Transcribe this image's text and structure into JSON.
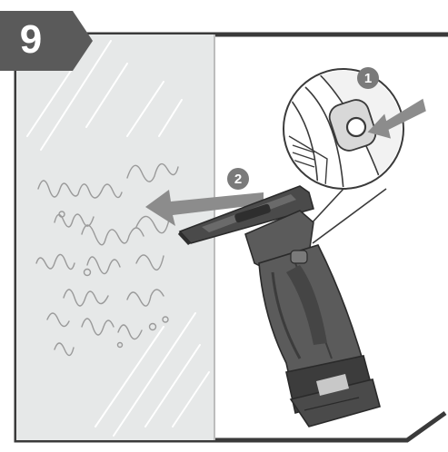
{
  "step": {
    "number": "9",
    "badge_color": "#5a5a5a"
  },
  "callouts": [
    {
      "number": "1",
      "meaning": "press-button"
    },
    {
      "number": "2",
      "meaning": "push-toward-window"
    }
  ],
  "colors": {
    "frame": "#3a3a3a",
    "glass": "#e6e8e8",
    "callout_circle": "#7a7a7a",
    "arrow": "#8c8c8c",
    "device_body": "#5b5b5b",
    "device_dark": "#3c3c3c"
  },
  "icons": [
    "step-badge",
    "window-glass",
    "dirt-smudges",
    "window-vac-device",
    "zoom-inset",
    "power-button-icon",
    "arrow-right-to-left"
  ]
}
